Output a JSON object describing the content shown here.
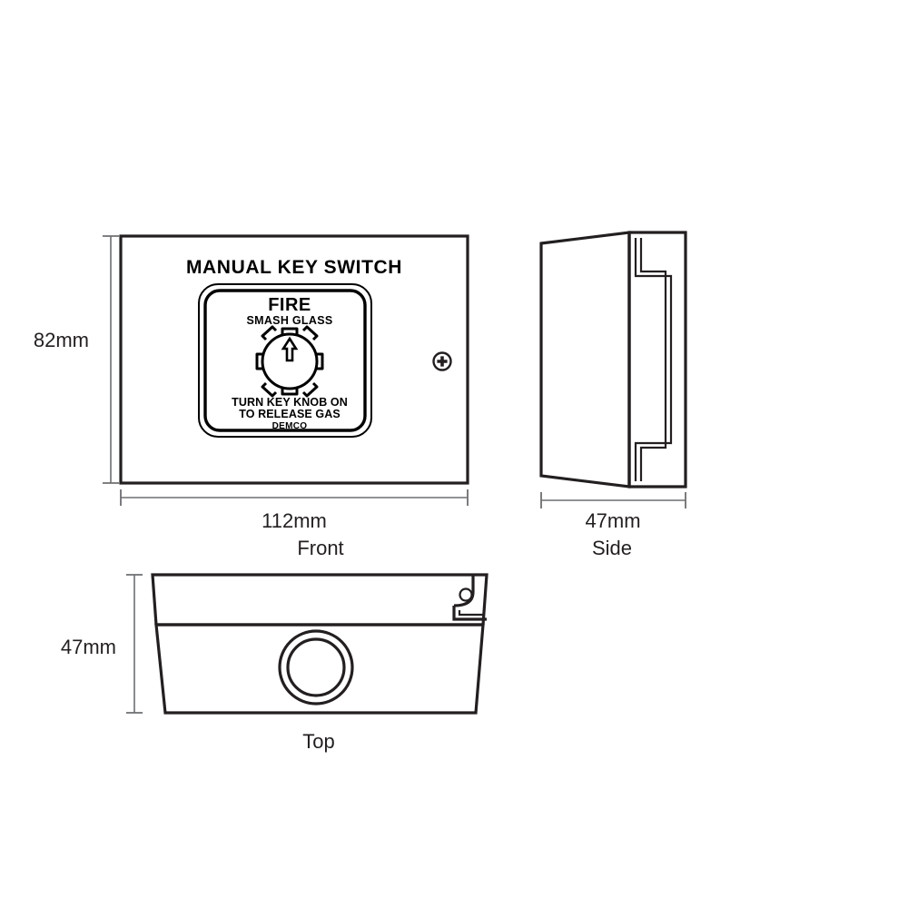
{
  "document": {
    "type": "technical-drawing",
    "subject": "MANUAL KEY SWITCH call point enclosure",
    "background_color": "#ffffff",
    "line_color": "#231f20",
    "dimension_line_color": "#6d6e71"
  },
  "views": {
    "front": {
      "label": "Front",
      "panel_title": "MANUAL KEY SWITCH",
      "label_plate": {
        "heading": "FIRE",
        "subheading": "SMASH GLASS",
        "instruction_line_1": "TURN KEY KNOB ON",
        "instruction_line_2": "TO RELEASE GAS",
        "brand": "DEMCO"
      },
      "knob": {
        "name": "key-knob",
        "arrow": "up-arrow",
        "tab_count": 8
      },
      "screw": {
        "name": "cross-head-screw"
      },
      "dimensions": {
        "height": "82mm",
        "width": "112mm"
      }
    },
    "side": {
      "label": "Side",
      "dimensions": {
        "depth": "47mm"
      }
    },
    "top": {
      "label": "Top",
      "dimensions": {
        "depth": "47mm"
      },
      "gland": {
        "name": "cable-gland-hole"
      }
    }
  }
}
